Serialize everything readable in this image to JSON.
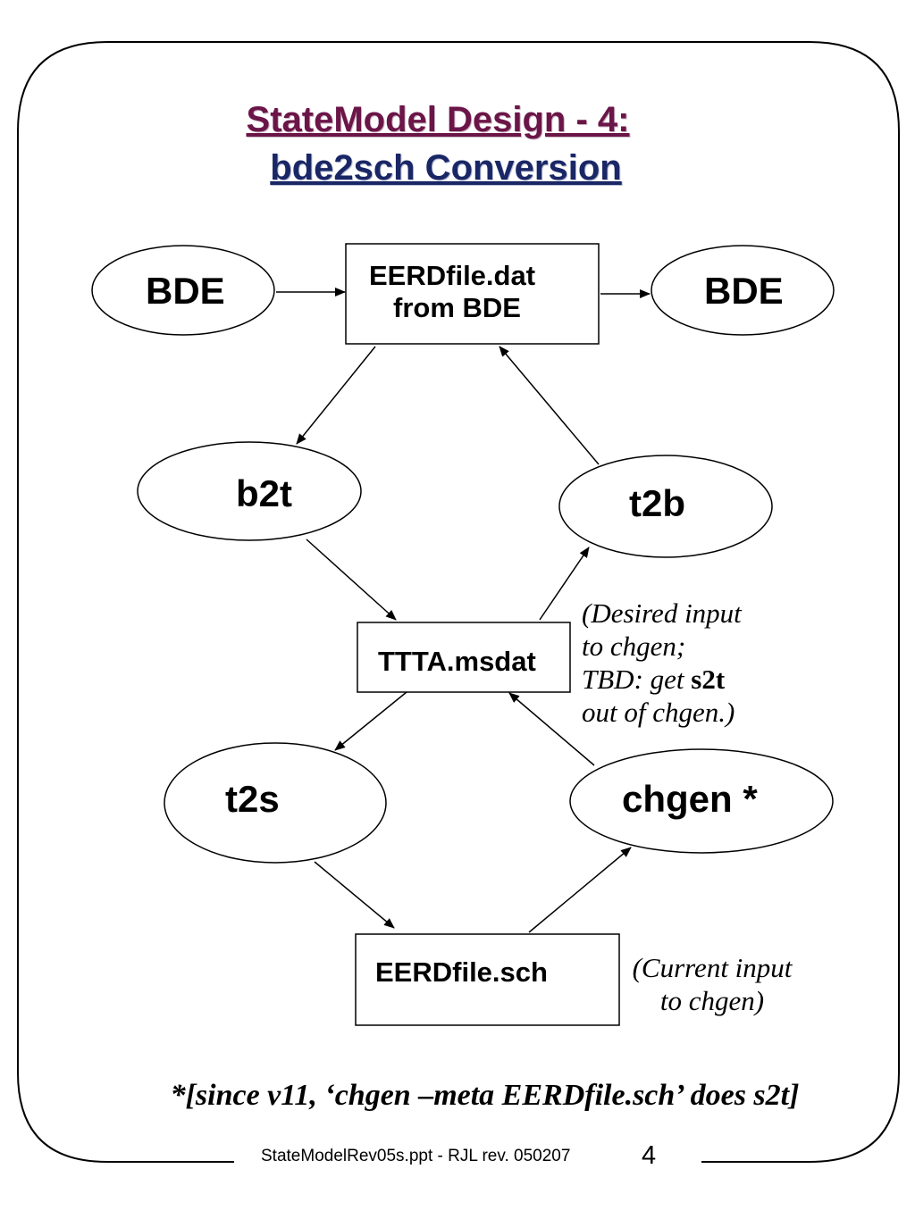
{
  "title": {
    "line1": "StateModel Design - 4:",
    "line2": "bde2sch Conversion"
  },
  "nodes": {
    "bde_left": "BDE",
    "eerd_dat_line1": "EERDfile.dat",
    "eerd_dat_line2": "from BDE",
    "bde_right": "BDE",
    "b2t": "b2t",
    "t2b": "t2b",
    "ttta": "TTTA.msdat",
    "t2s": "t2s",
    "chgen": "chgen *",
    "eerd_sch": "EERDfile.sch"
  },
  "notes": {
    "desired_line1": "(Desired input",
    "desired_line2": "to chgen;",
    "desired_line3_pre": "TBD: get ",
    "desired_line3_bold": "s2t",
    "desired_line4": "out of  chgen.)",
    "current_line1": "(Current input",
    "current_line2": "to chgen)"
  },
  "footnote": "*[since v11, ‘chgen  –meta EERDfile.sch’ does s2t]",
  "footer": {
    "text": "StateModelRev05s.ppt - RJL rev. 050207",
    "page": "4"
  },
  "colors": {
    "title_line1": "#6b1548",
    "title_line2": "#1a2766",
    "stroke": "#000000"
  }
}
